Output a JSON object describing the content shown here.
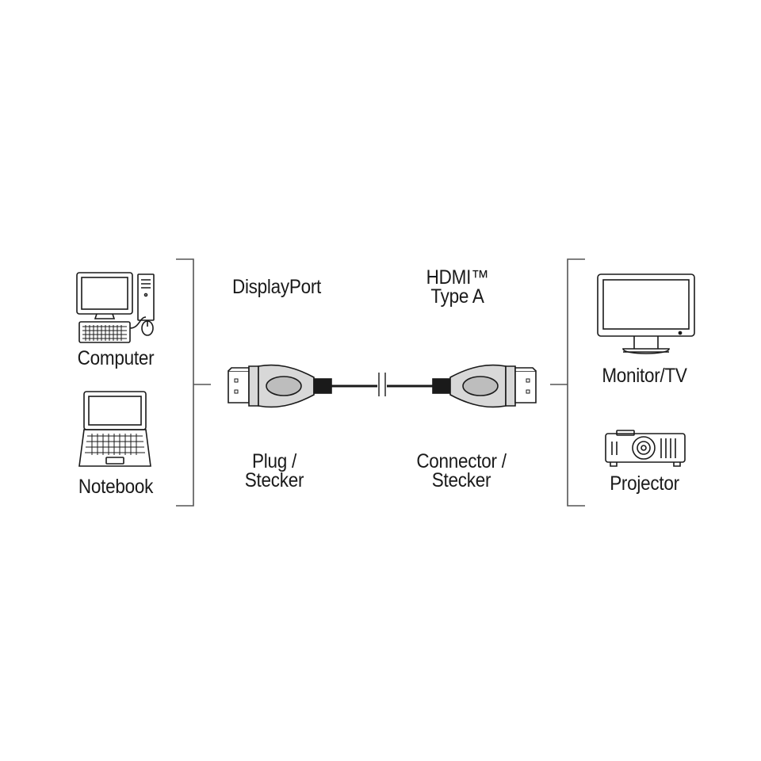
{
  "source_devices": {
    "computer_label": "Computer",
    "notebook_label": "Notebook"
  },
  "target_devices": {
    "monitor_label": "Monitor/TV",
    "projector_label": "Projector"
  },
  "cable": {
    "left_end_type": "DisplayPort",
    "right_end_type_line1": "HDMI™",
    "right_end_type_line2": "Type A",
    "left_end_gender_line1": "Plug /",
    "left_end_gender_line2": "Stecker",
    "right_end_gender_line1": "Connector /",
    "right_end_gender_line2": "Stecker"
  },
  "icons": {
    "computer": "desktop-computer-icon",
    "notebook": "laptop-icon",
    "monitor": "monitor-icon",
    "projector": "projector-icon",
    "plug_left": "displayport-plug-icon",
    "plug_right": "hdmi-plug-icon"
  },
  "colors": {
    "line": "#1a1a1a",
    "plug_body": "#d8d8d8",
    "grip": "#bdbdbd",
    "background": "#ffffff"
  }
}
